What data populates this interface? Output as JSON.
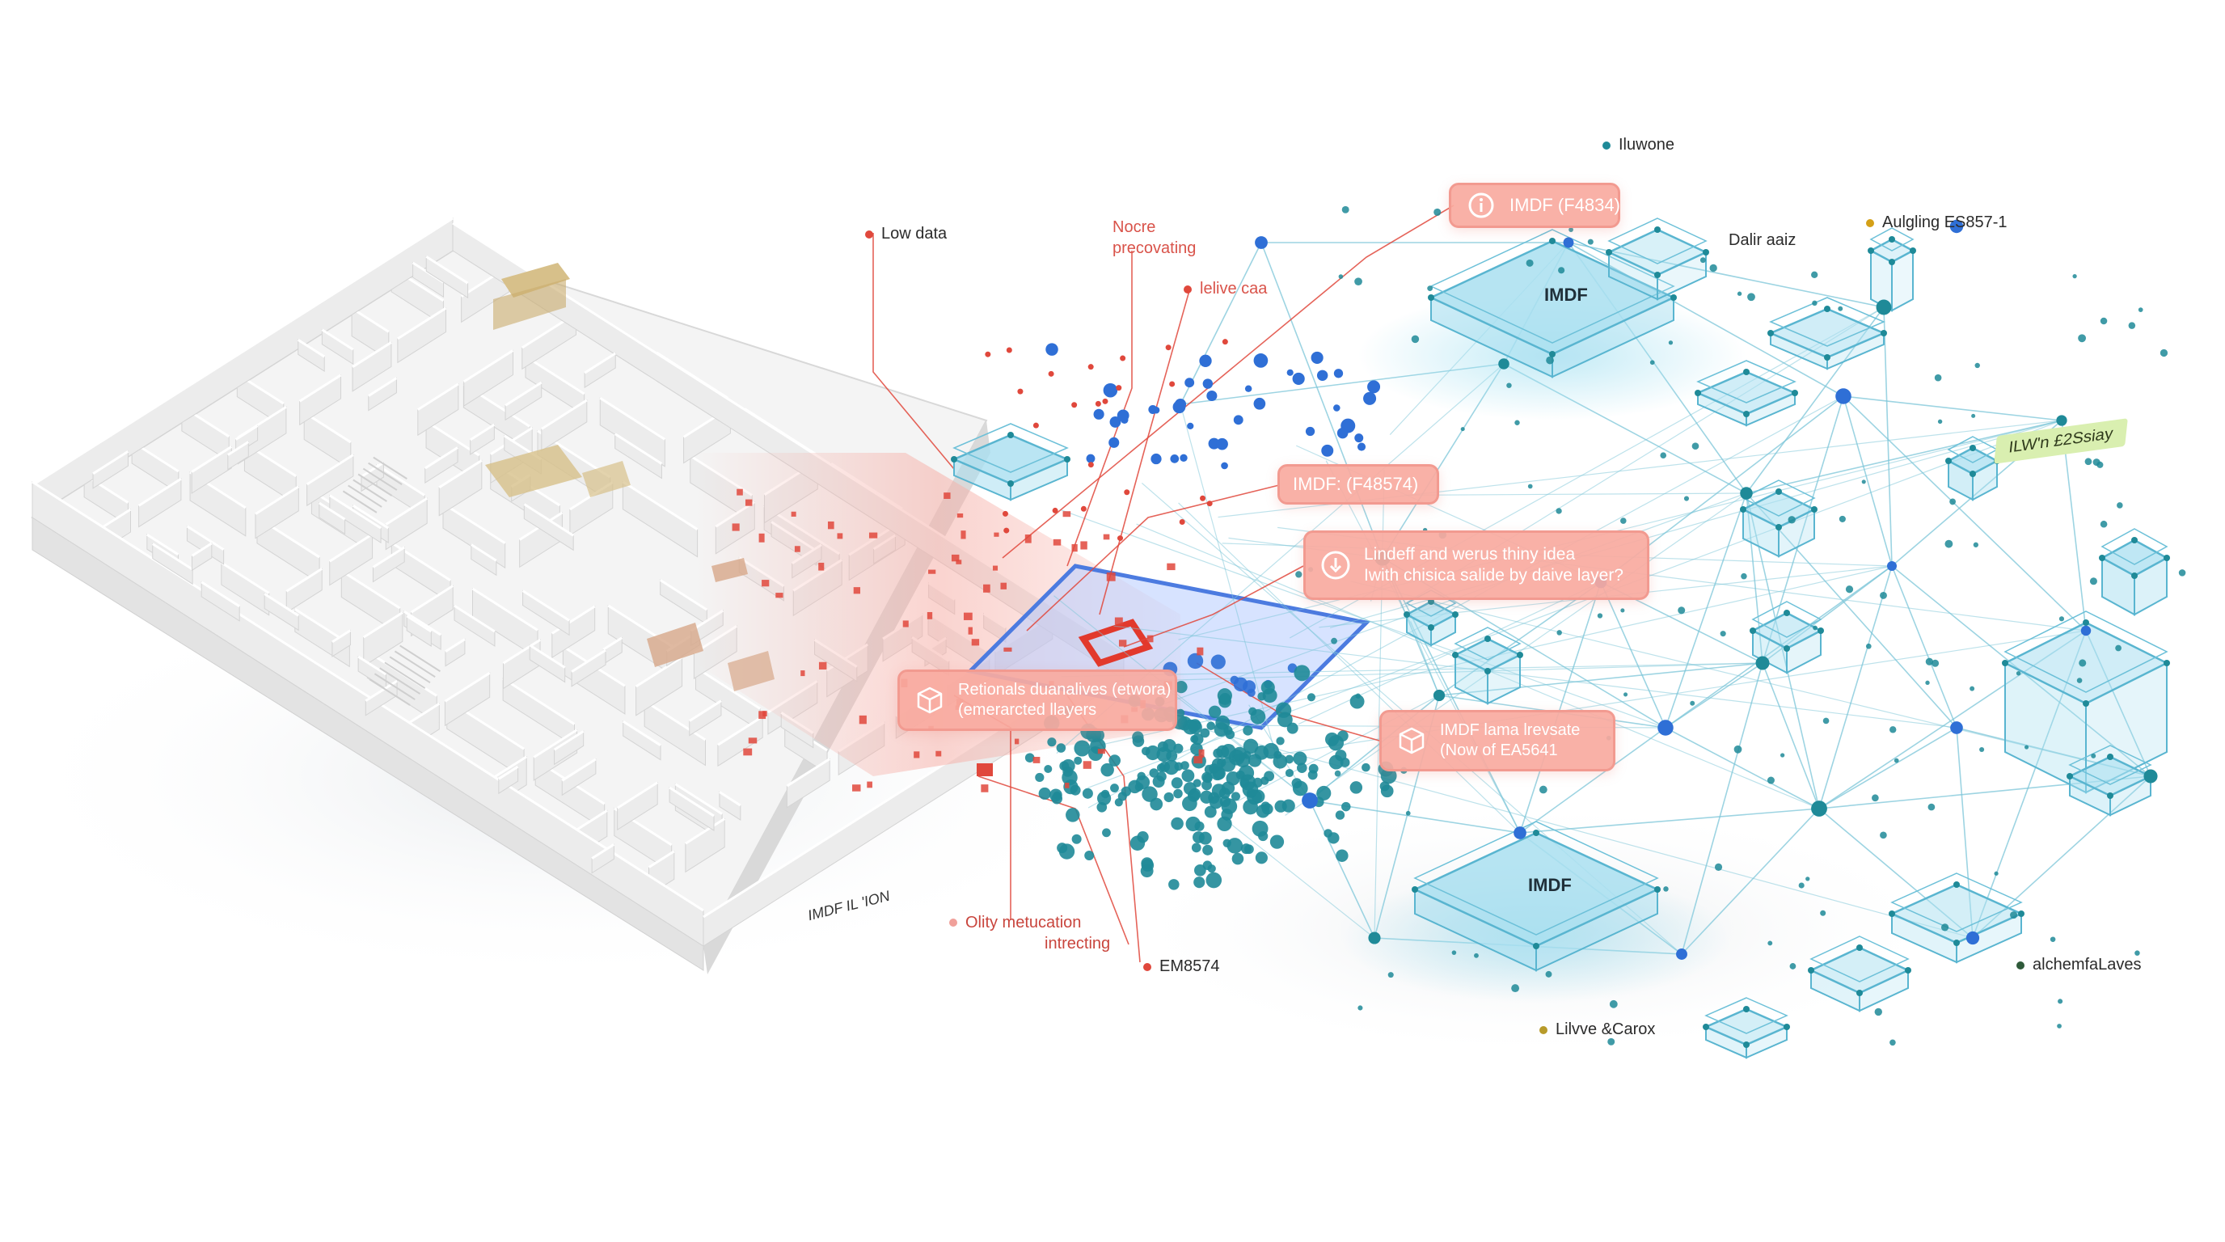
{
  "callouts": [
    {
      "id": "imdf-f4834",
      "lines": [
        "IMDF (F4834)"
      ],
      "icon": "info-icon"
    },
    {
      "id": "imdf-f48574",
      "lines": [
        "IMDF: (F48574)"
      ],
      "icon": ""
    },
    {
      "id": "lindeff",
      "lines": [
        "Lindeff and werus thiny idea",
        "Iwith chisica salide by daive layer?"
      ],
      "icon": "info-icon"
    },
    {
      "id": "retionals",
      "lines": [
        "Retionals duanalives (etwora)",
        "(emerarcted llayers"
      ],
      "icon": "cube-icon"
    },
    {
      "id": "imdf-lama",
      "lines": [
        "IMDF lama lrevsate",
        "(Now of EA5641"
      ],
      "icon": "cube-icon"
    }
  ],
  "labels": {
    "low_data": "Low data",
    "nocre_line1": "Nocre",
    "nocre_line2": "precovating",
    "lelive_caa": "lelive caa",
    "lluwone": "Iluwone",
    "dalir_aaiz": "Dalir aaiz",
    "aulging": "Aulgling ES857-1",
    "green_tag": "ILW'n £2Ssiay",
    "olity_line1": "Olity metucation",
    "olity_line2": "intrecting",
    "em8574": "EM8574",
    "imdf_ion": "IMDF IL 'ION",
    "lilvve": "Lilvve &Carox",
    "alchemfa": "alchemfaLaves",
    "box_top": "IMDF",
    "box_bottom": "IMDF"
  },
  "colors": {
    "accent_red": "#e0483c",
    "callout_fill": "#f8aaa0",
    "network_line": "#7cc6d8",
    "node_teal": "#1f8a98",
    "node_blue": "#2f6fd6",
    "box_fill": "#a9dff0",
    "green_tag": "#d9efb0",
    "amber": "#d4a017"
  }
}
